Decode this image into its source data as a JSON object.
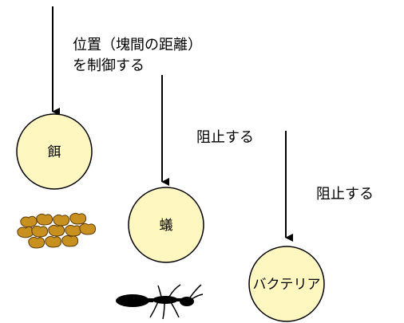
{
  "diagram": {
    "annotation_position": [
      "位置（塊間の距離）",
      "を制御する"
    ],
    "annotation_block_1": "阻止する",
    "annotation_block_2": "阻止する",
    "node_bait": "餌",
    "node_ant": "蟻",
    "node_bacteria": "バクテリア"
  },
  "colors": {
    "node_fill": "#FFF6C0",
    "outline": "#000000",
    "bait_pieces": "#C8901E",
    "ant": "#000000"
  }
}
